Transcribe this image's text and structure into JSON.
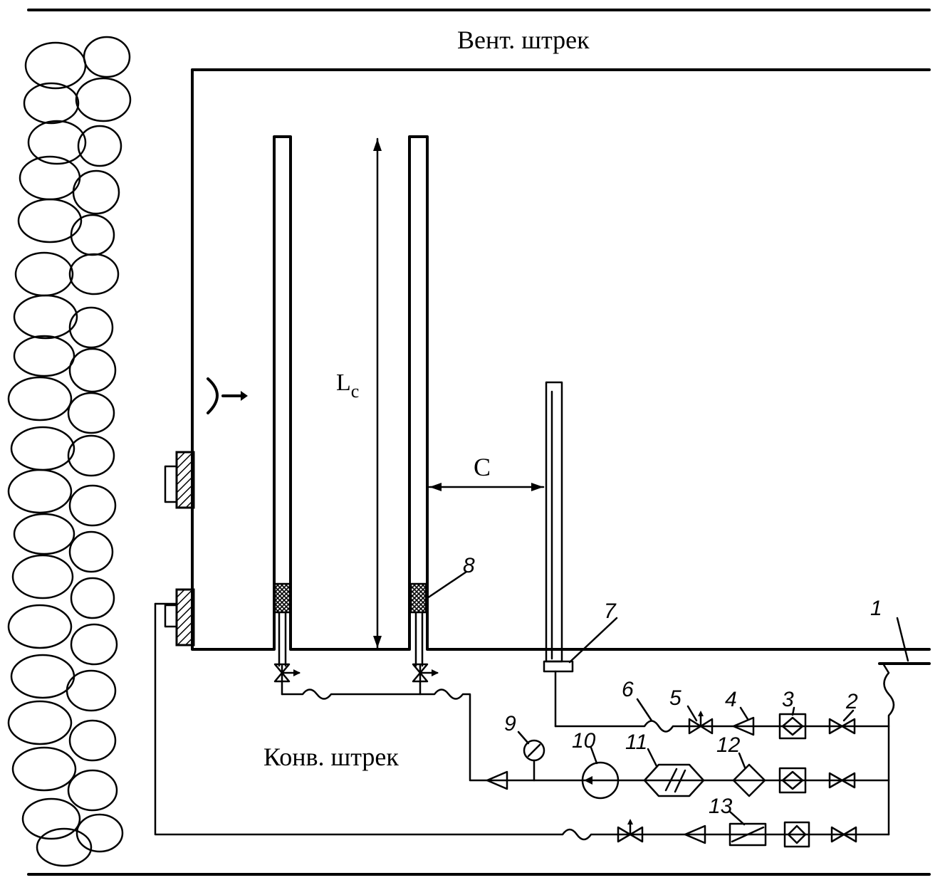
{
  "labels": {
    "vent_drift": "Вент. штрек",
    "conv_drift": "Конв. штрек",
    "length": "L",
    "length_sub": "с",
    "spacing": "C"
  },
  "callouts": [
    "1",
    "2",
    "3",
    "4",
    "5",
    "6",
    "7",
    "8",
    "9",
    "10",
    "11",
    "12",
    "13"
  ]
}
